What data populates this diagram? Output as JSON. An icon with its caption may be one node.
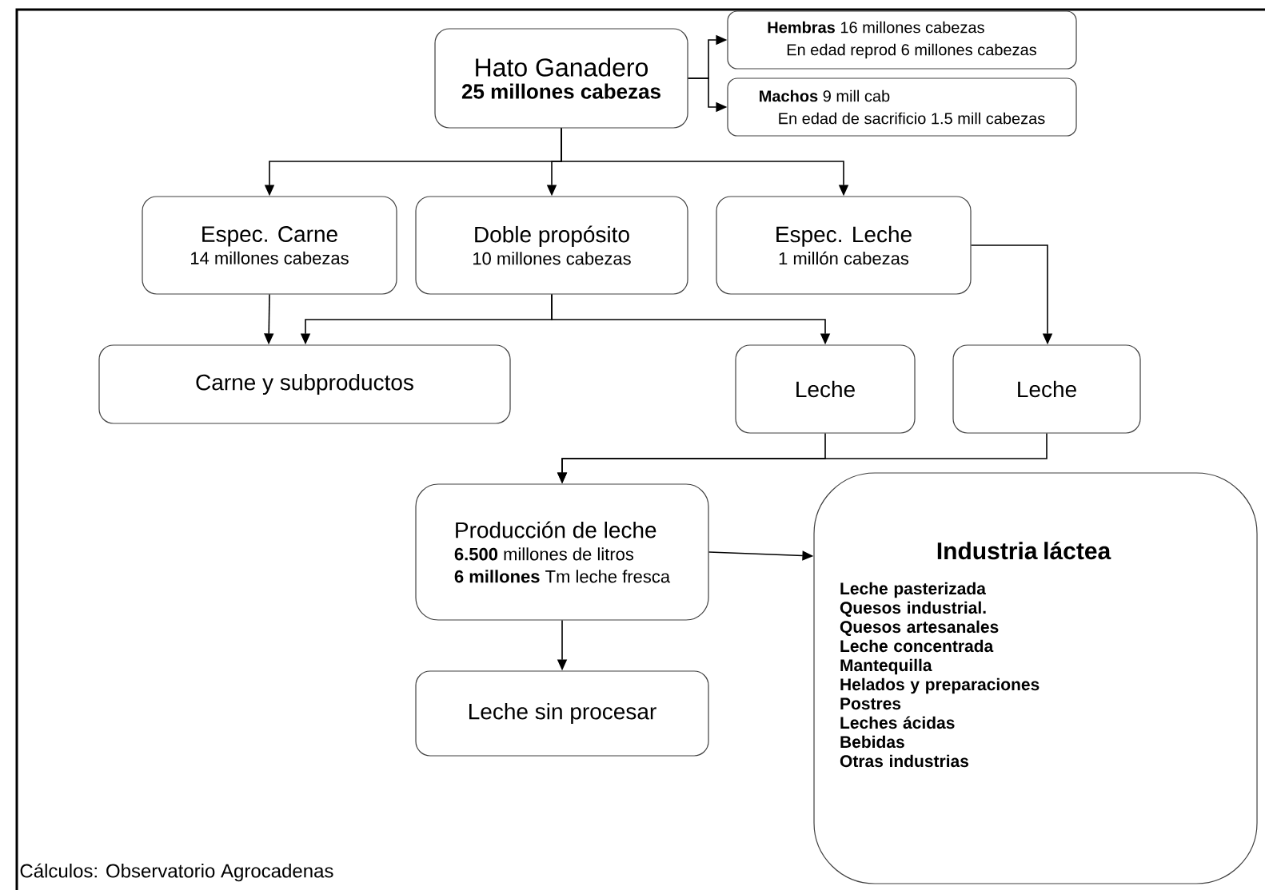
{
  "diagram": {
    "caption": "Cálculos: Observatorio Agrocadenas",
    "nodes": [
      {
        "text": [
          "Hato Ganadero",
          "25 millones cabezas"
        ]
      },
      {
        "text": [
          "**Hembras** 16 millones cabezas",
          "En edad reprod 6 millones cabezas"
        ]
      },
      {
        "text": [
          "**Machos** 9 mill cab",
          "En edad de sacrificio 1.5 mill cabezas"
        ]
      },
      {
        "text": [
          "Espec. Carne",
          "14 millones cabezas"
        ]
      },
      {
        "text": [
          "Doble propósito",
          "10 millones cabezas"
        ]
      },
      {
        "text": [
          "Espec. Leche",
          "1 millón cabezas"
        ]
      },
      {
        "text": [
          "Carne y subproductos"
        ]
      },
      {
        "text": [
          "Leche"
        ]
      },
      {
        "text": [
          "Leche"
        ]
      },
      {
        "text": [
          "Producción de leche",
          "**6.500** millones de litros",
          "**6 millones** Tm leche fresca"
        ]
      },
      {
        "text": [
          "Leche sin procesar"
        ]
      },
      {
        "text": [
          "Industria láctea",
          "Leche pasterizada",
          "Quesos industrial.",
          "Quesos artesanales",
          "Leche concentrada",
          "Mantequilla",
          "Helados y preparaciones",
          "Postres",
          "Leches ácidas",
          "Bebidas",
          "Otras industrias"
        ]
      }
    ],
    "edges": [
      {
        "from": 0,
        "to": 1,
        "arrow": "to"
      },
      {
        "from": 0,
        "to": 2,
        "arrow": "to"
      },
      {
        "from": 0,
        "to": 3,
        "arrow": "to"
      },
      {
        "from": 0,
        "to": 4,
        "arrow": "to"
      },
      {
        "from": 0,
        "to": 5,
        "arrow": "to"
      },
      {
        "from": 3,
        "to": 6,
        "arrow": "to"
      },
      {
        "from": 4,
        "to": 6,
        "arrow": "to"
      },
      {
        "from": 4,
        "to": 7,
        "arrow": "to"
      },
      {
        "from": 5,
        "to": 8,
        "arrow": "to"
      },
      {
        "from": 7,
        "to": 9,
        "arrow": "to"
      },
      {
        "from": 8,
        "to": 9,
        "arrow": "to"
      },
      {
        "from": 9,
        "to": 11,
        "arrow": "to"
      },
      {
        "from": 9,
        "to": 10,
        "arrow": "to"
      }
    ]
  }
}
